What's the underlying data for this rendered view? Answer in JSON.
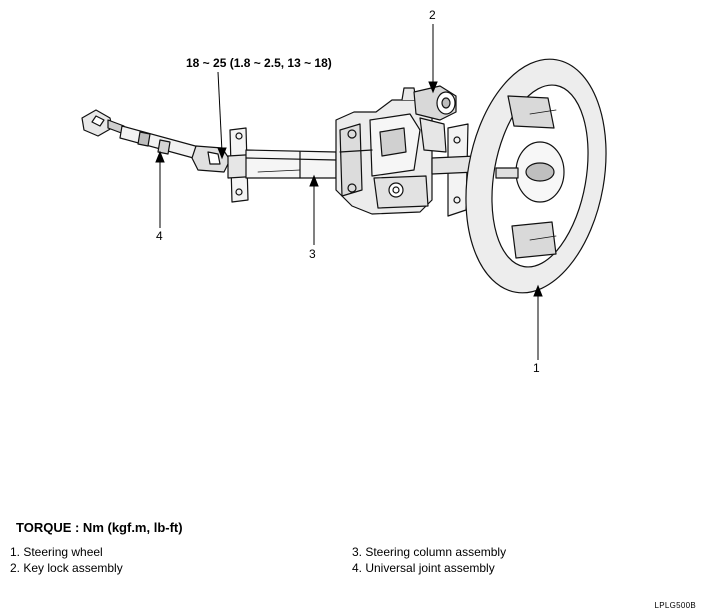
{
  "callouts": [
    "1",
    "2",
    "3",
    "4"
  ],
  "torque_spec": "18 ~ 25 (1.8 ~ 2.5, 13 ~ 18)",
  "torque_title": "TORQUE : Nm (kgf.m, lb-ft)",
  "legend": [
    "1. Steering wheel",
    "2. Key lock assembly",
    "3. Steering column assembly",
    "4. Universal joint assembly"
  ],
  "figure_code": "LPLG500B"
}
